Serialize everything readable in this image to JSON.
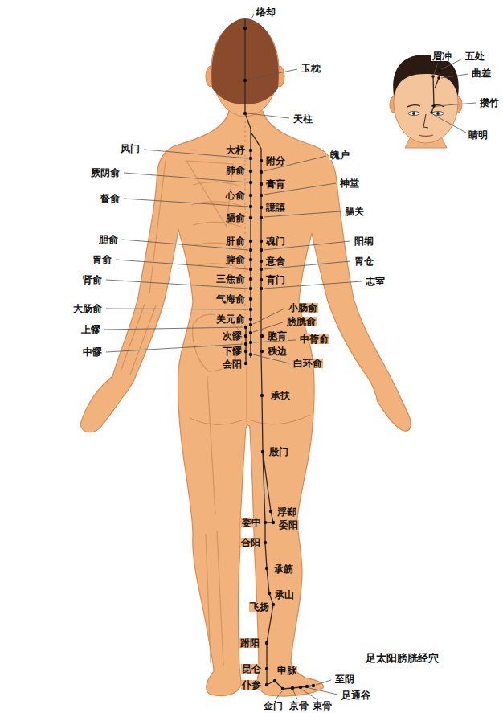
{
  "diagram": {
    "title": "足太阳膀胱经穴",
    "labels": [
      "络却",
      "玉枕",
      "天柱",
      "风门",
      "大杼",
      "附分",
      "魄户",
      "厥阴俞",
      "肺俞",
      "膏肓",
      "神堂",
      "督俞",
      "心俞",
      "譩譆",
      "膈关",
      "膈俞",
      "胆俞",
      "肝俞",
      "魂门",
      "阳纲",
      "胃俞",
      "脾俞",
      "意舍",
      "胃仓",
      "肾俞",
      "三焦俞",
      "肓门",
      "志室",
      "气海俞",
      "小肠俞",
      "大肠俞",
      "关元俞",
      "膀胱俞",
      "上髎",
      "次髎",
      "胞肓",
      "中膂俞",
      "中髎",
      "下髎",
      "秩边",
      "会阳",
      "白环俞",
      "承扶",
      "殷门",
      "浮郄",
      "委中",
      "委阳",
      "合阳",
      "承筋",
      "承山",
      "飞扬",
      "跗阳",
      "昆仑",
      "申脉",
      "至阴",
      "仆参",
      "足通谷",
      "金门",
      "京骨",
      "束骨",
      "眉冲",
      "五处",
      "曲差",
      "攒竹",
      "睛明"
    ]
  }
}
